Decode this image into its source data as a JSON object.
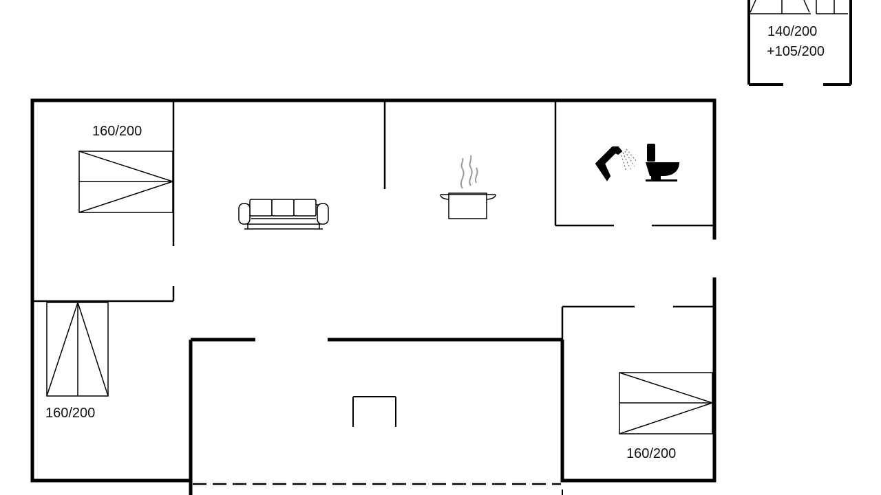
{
  "floor_plan": {
    "bed_labels": {
      "annex": "140/200",
      "annex_extra": "+105/200",
      "top_left": "160/200",
      "bottom_left": "160/200",
      "bottom_right": "160/200"
    },
    "fixtures": {
      "living": "sofa-icon",
      "kitchen": "cooking-pot-icon",
      "bathroom_shower": "shower-icon",
      "bathroom_toilet": "toilet-icon",
      "fireplace": "fireplace-icon"
    },
    "colors": {
      "line": "#000000",
      "background": "#ffffff"
    }
  }
}
